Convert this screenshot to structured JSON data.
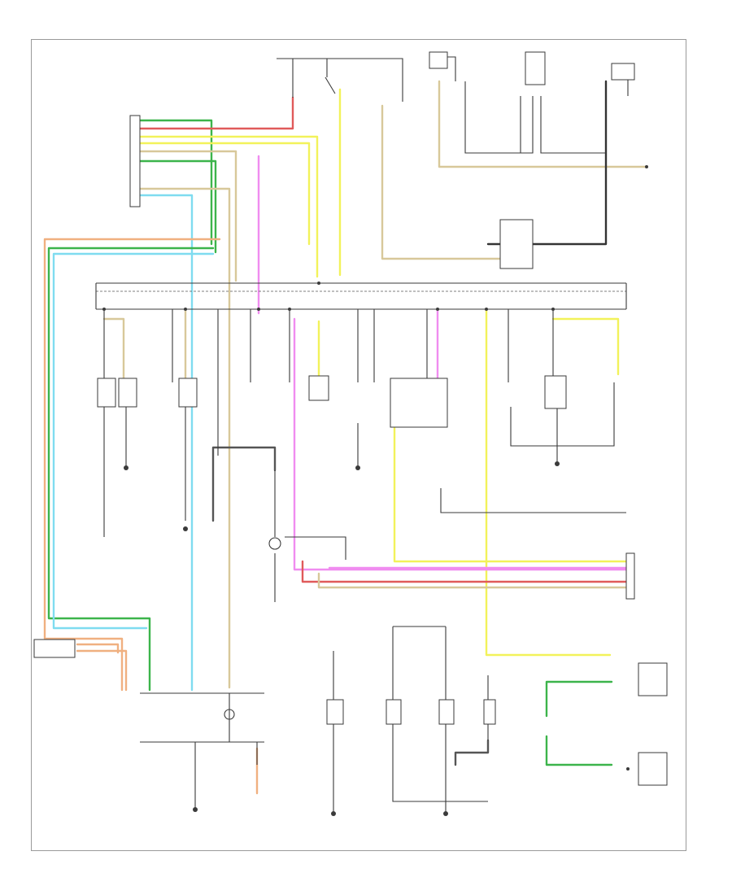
{
  "figure_code": "",
  "colors": {
    "green": "#3cb44b",
    "red": "#e05a5a",
    "yellow": "#f2f25a",
    "tan": "#d8c89a",
    "pink": "#f08cf0",
    "cyan": "#7fdcf0",
    "orange": "#f0b080",
    "gray": "#555555",
    "dark": "#333333",
    "line": "#3a3a3a"
  },
  "wire_colors": [
    "green",
    "red",
    "yellow",
    "tan",
    "pink",
    "cyan",
    "orange",
    "gray",
    "dark"
  ]
}
